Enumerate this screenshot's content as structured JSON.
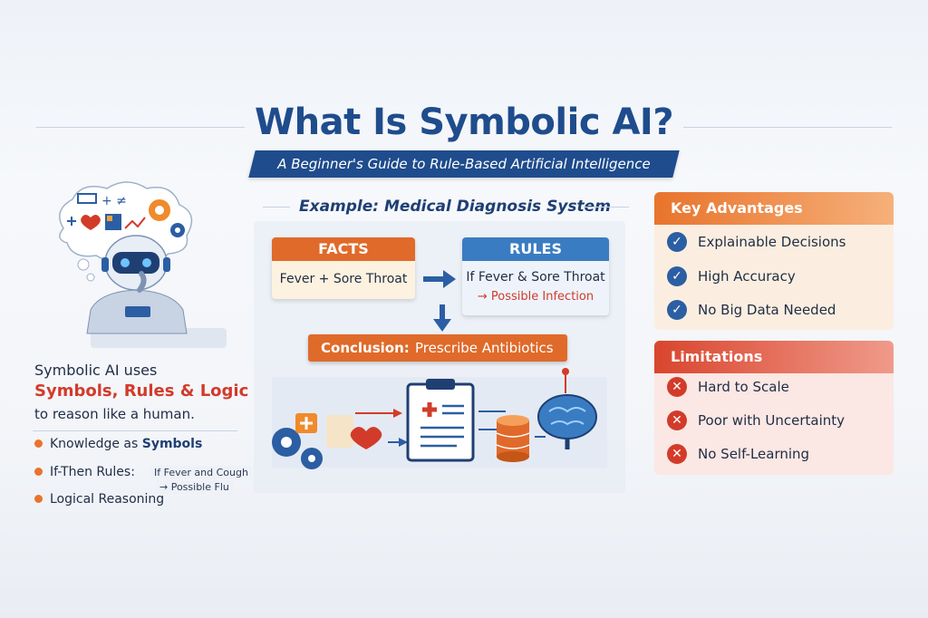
{
  "header": {
    "title": "What Is Symbolic AI?",
    "subtitle": "A Beginner's Guide to Rule-Based Artificial Intelligence"
  },
  "left": {
    "line1": "Symbolic AI uses",
    "line2": "Symbols, Rules & Logic",
    "line3": "to reason like a human.",
    "bullets": [
      {
        "prefix": "Knowledge as ",
        "bold": "Symbols"
      },
      {
        "prefix": "If-Then Rules: ",
        "bold": ""
      },
      {
        "prefix": "Logical Reasoning",
        "bold": ""
      }
    ],
    "rule_example_1": "If Fever and Cough",
    "rule_example_2": "→ Possible Flu"
  },
  "center": {
    "example_title": "Example: Medical Diagnosis System",
    "facts_label": "FACTS",
    "facts_value": "Fever + Sore Throat",
    "rules_label": "RULES",
    "rules_value": "If Fever & Sore Throat",
    "rules_result": "→ Possible Infection",
    "conclusion_label": "Conclusion:",
    "conclusion_value": "Prescribe Antibiotics"
  },
  "advantages": {
    "title": "Key Advantages",
    "items": [
      "Explainable Decisions",
      "High Accuracy",
      "No Big Data Needed"
    ]
  },
  "limitations": {
    "title": "Limitations",
    "items": [
      "Hard to Scale",
      "Poor with Uncertainty",
      "No Self-Learning"
    ]
  },
  "colors": {
    "navy": "#1f4c8c",
    "orange": "#e06a2a",
    "blue": "#3a7cc2",
    "red": "#d23b2a"
  },
  "icons": [
    "thought-bubble-icon",
    "robot-icon",
    "gear-icon",
    "clipboard-icon",
    "database-icon",
    "brain-icon",
    "heart-icon",
    "check-icon",
    "cross-icon"
  ]
}
